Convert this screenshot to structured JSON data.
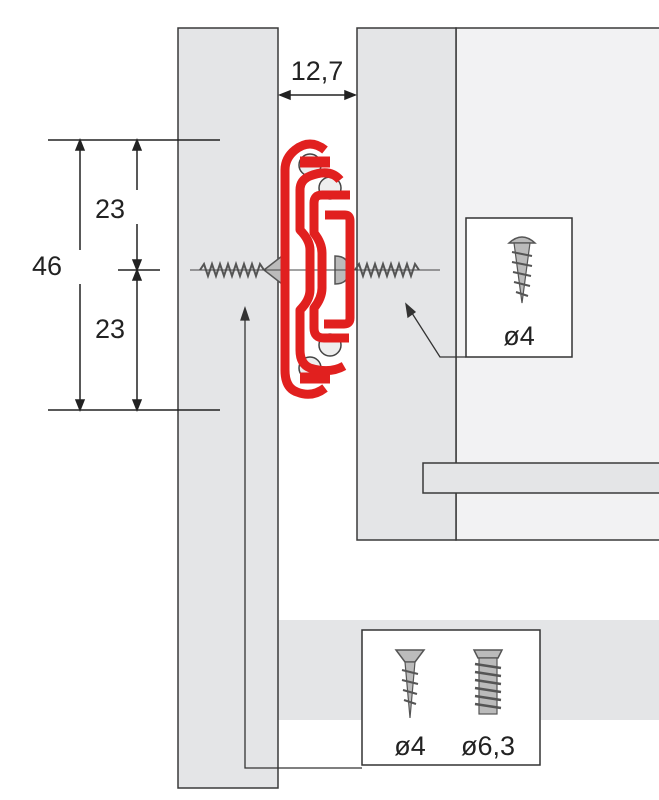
{
  "dimensions": {
    "gap_width": "12,7",
    "total_height": "46",
    "upper_half": "23",
    "lower_half": "23"
  },
  "screw_box_drawer": {
    "screw_icon": "pan-head-screw-icon",
    "label": "ø4"
  },
  "screw_box_cabinet": {
    "screws": [
      {
        "icon": "countersunk-wood-screw-icon",
        "label": "ø4"
      },
      {
        "icon": "euro-screw-icon",
        "label": "ø6,3"
      }
    ]
  },
  "colors": {
    "slide_red": "#e1201f",
    "panel_gray": "#e4e5e7",
    "drawer_front_gray": "#f2f2f3",
    "outline": "#3a3a3a"
  }
}
